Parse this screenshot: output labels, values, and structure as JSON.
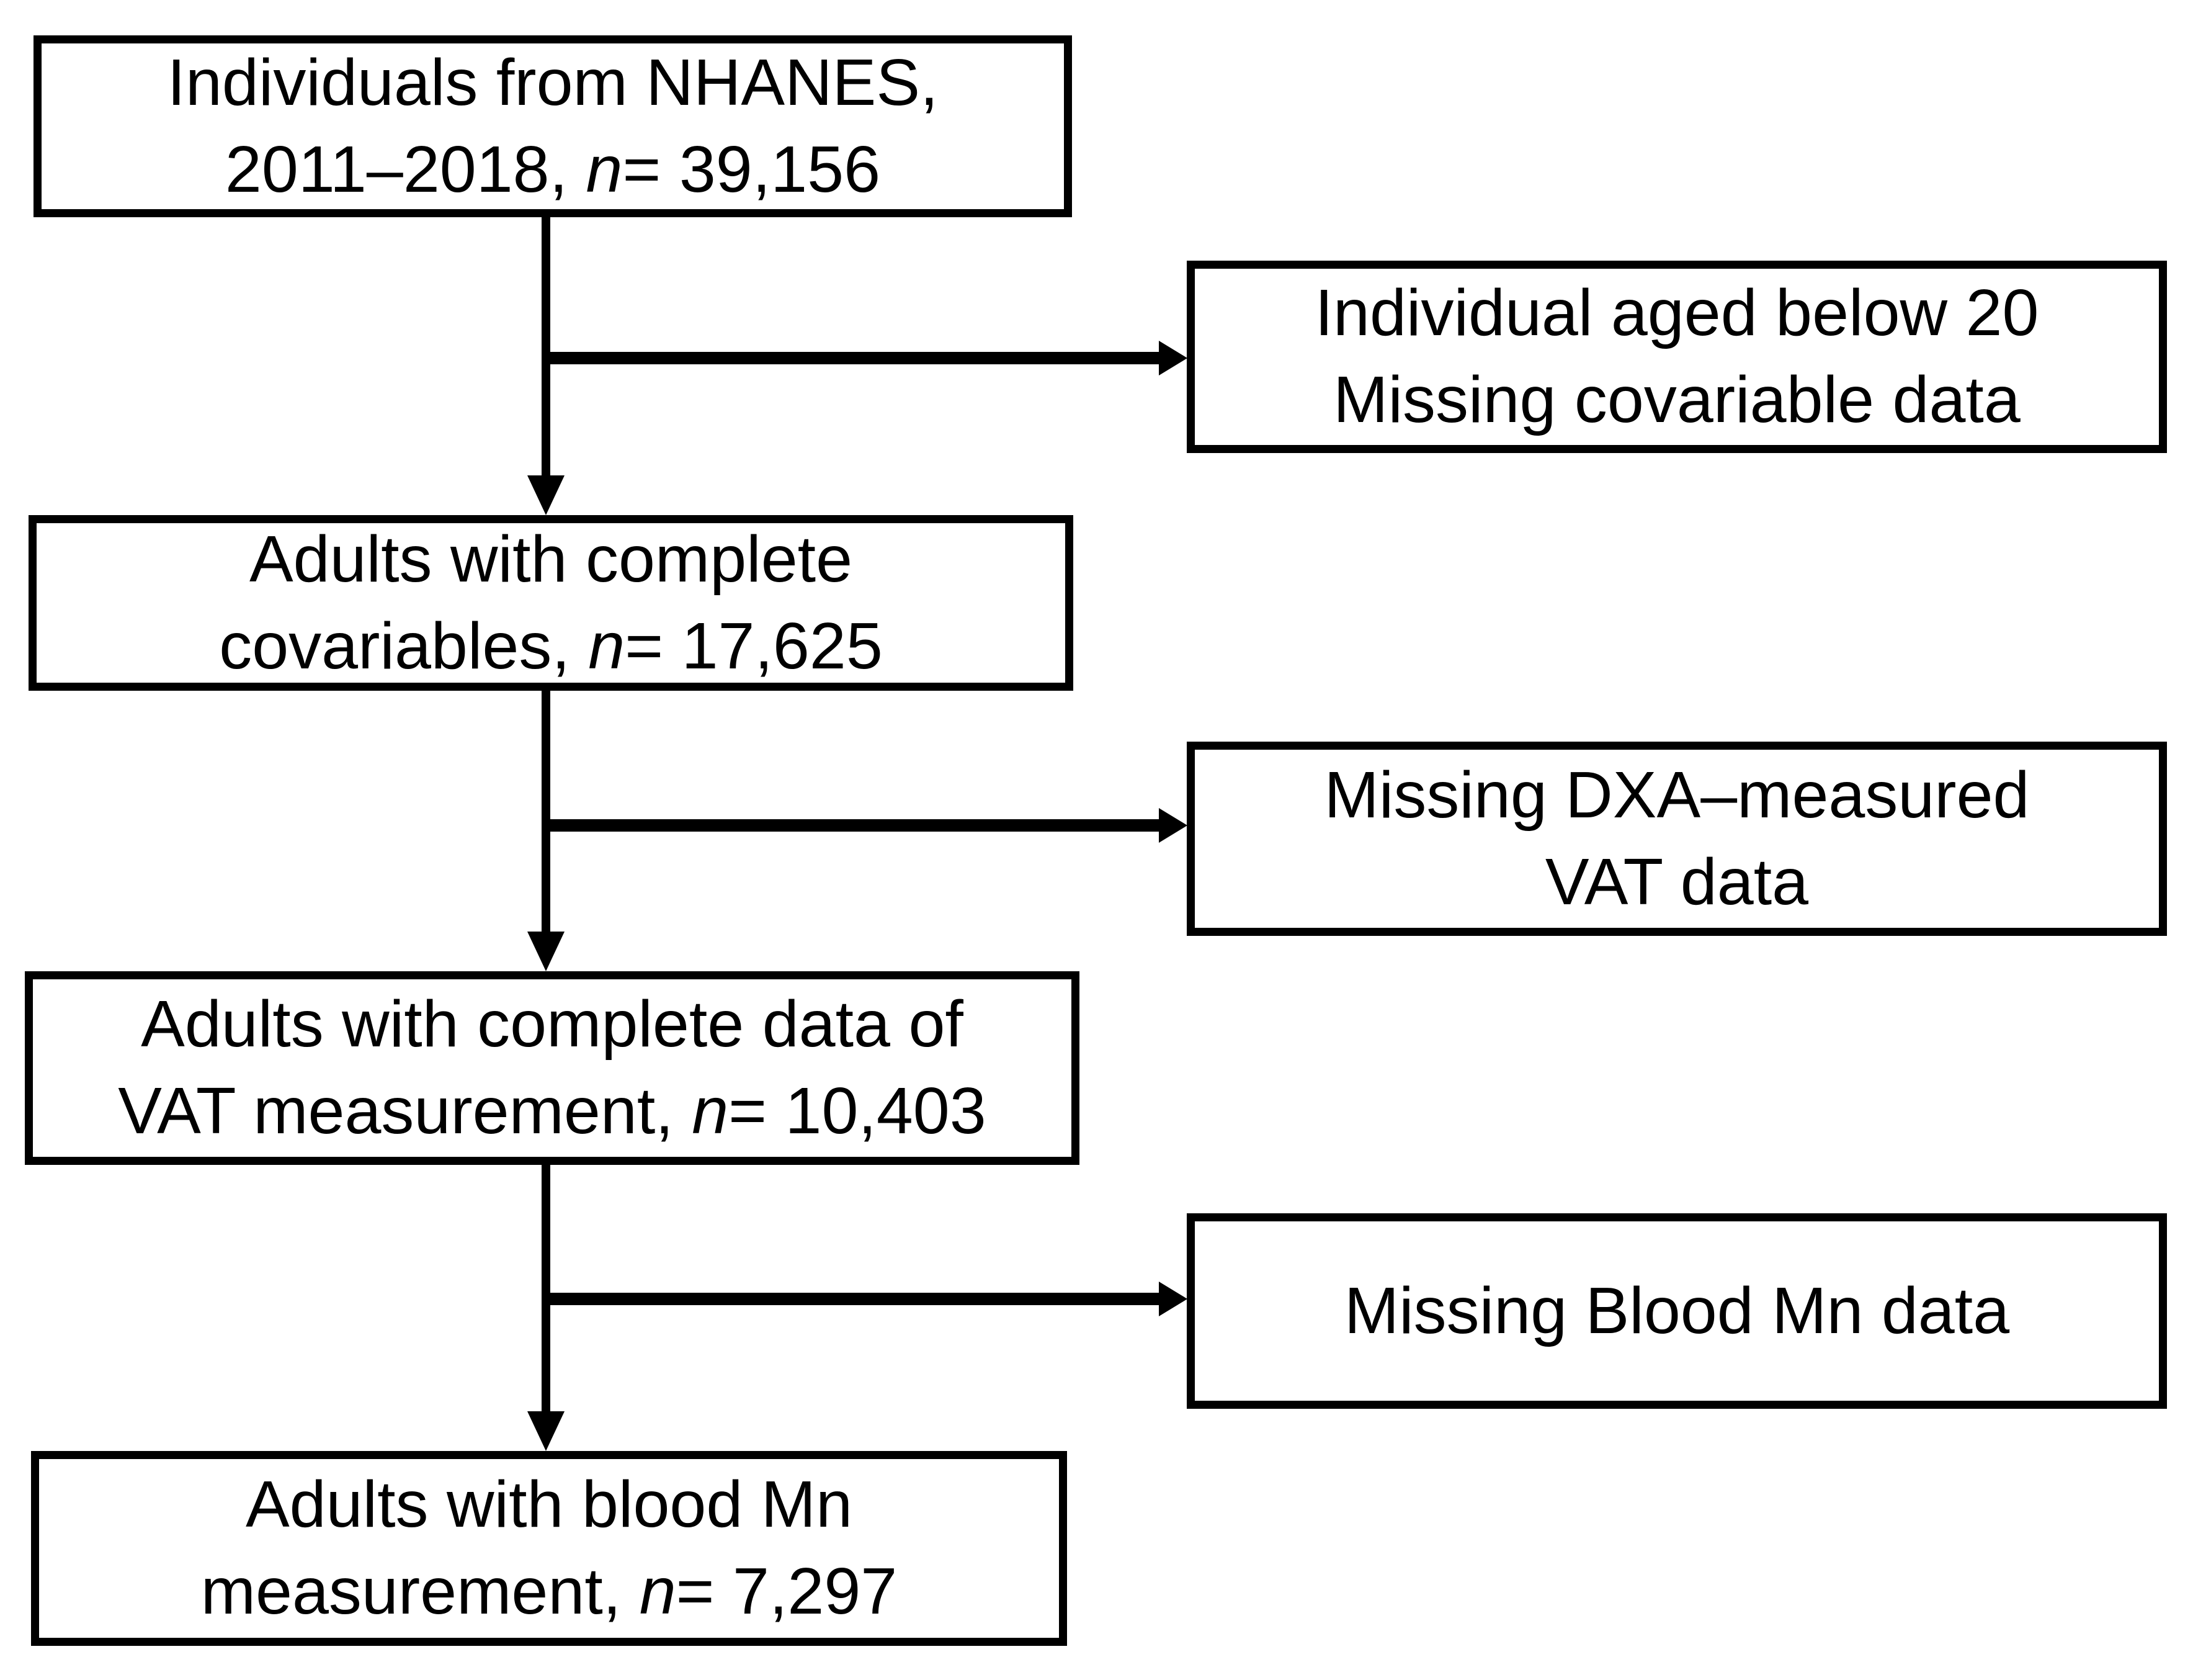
{
  "boxes": {
    "main": [
      {
        "line1": "Individuals from NHANES,",
        "line2_pre": "2011–2018, ",
        "n": "n",
        "line2_post": "= 39,156"
      },
      {
        "line1": "Adults with complete",
        "line2_pre": "covariables, ",
        "n": "n",
        "line2_post": "= 17,625"
      },
      {
        "line1": "Adults with complete data of",
        "line2_pre": "VAT measurement, ",
        "n": "n",
        "line2_post": "= 10,403"
      },
      {
        "line1": "Adults with blood Mn",
        "line2_pre": "measurement, ",
        "n": "n",
        "line2_post": "= 7,297"
      }
    ],
    "side": [
      {
        "line1": "Individual aged below 20",
        "line2": "Missing covariable data"
      },
      {
        "line1": "Missing DXA–measured",
        "line2": "VAT data"
      },
      {
        "line1": "Missing Blood Mn data"
      }
    ]
  },
  "colors": {
    "line": "#000000",
    "background": "#ffffff"
  }
}
